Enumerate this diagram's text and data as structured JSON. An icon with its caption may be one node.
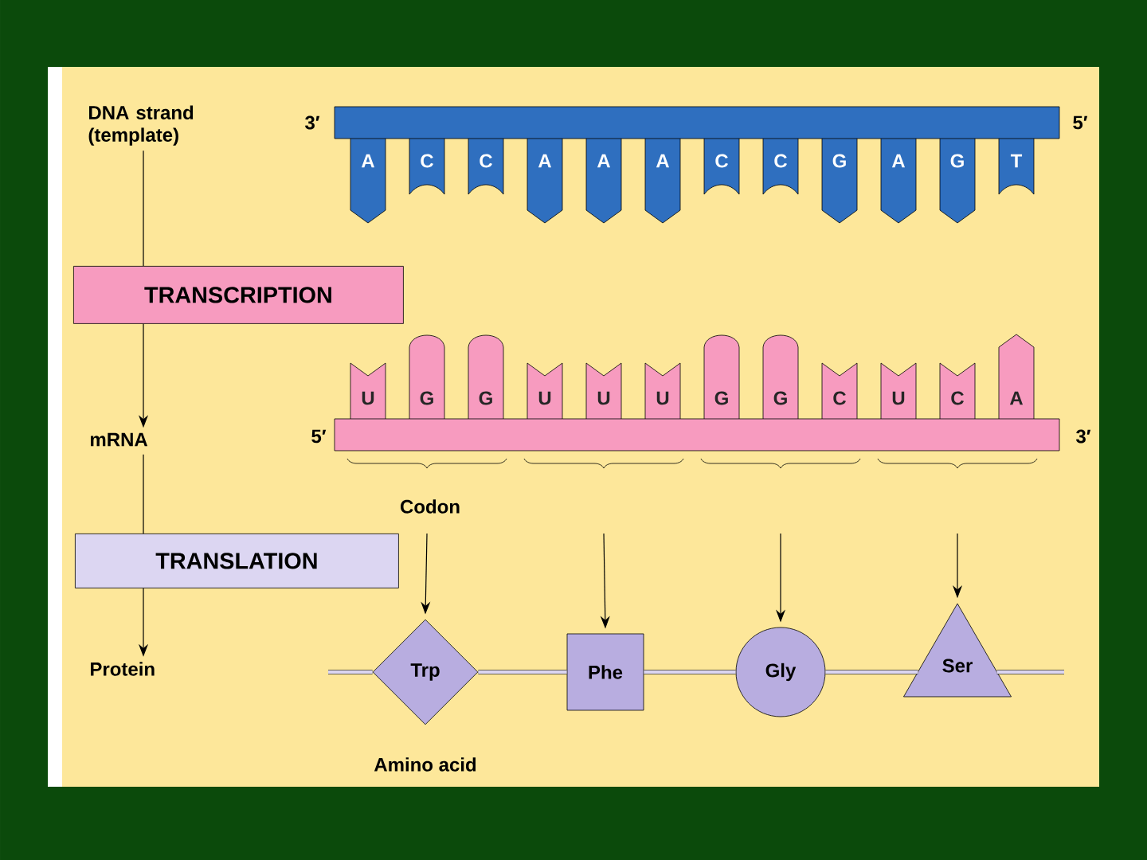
{
  "diagram": {
    "nodes": [
      {
        "text": [
          "DNA strand (template)"
        ]
      },
      {
        "text": [
          "TRANSCRIPTION"
        ]
      },
      {
        "text": [
          "mRNA"
        ]
      },
      {
        "text": [
          "TRANSLATION"
        ]
      },
      {
        "text": [
          "Protein"
        ]
      },
      {
        "text": [
          "Trp"
        ]
      },
      {
        "text": [
          "Phe"
        ]
      },
      {
        "text": [
          "Gly"
        ]
      },
      {
        "text": [
          "Ser"
        ]
      },
      {
        "text": [],
        "shape": "bar"
      },
      {
        "text": [],
        "shape": "bar"
      }
    ],
    "edges": [
      {
        "from": 0,
        "to": 1,
        "arrow": "none"
      },
      {
        "from": 1,
        "to": 2,
        "arrow": "to"
      },
      {
        "from": 2,
        "to": 3,
        "arrow": "none"
      },
      {
        "from": 3,
        "to": 4,
        "arrow": "to"
      },
      {
        "from": null,
        "to": 5,
        "arrow": "to"
      },
      {
        "from": null,
        "to": 6,
        "arrow": "to"
      },
      {
        "from": null,
        "to": 7,
        "arrow": "to"
      },
      {
        "from": null,
        "to": 8,
        "arrow": "to"
      },
      {
        "from": null,
        "to": 5,
        "arrow": "none",
        "style": "thick"
      },
      {
        "from": 5,
        "to": 6,
        "arrow": "none",
        "style": "thick"
      },
      {
        "from": 6,
        "to": 7,
        "arrow": "none",
        "style": "thick"
      },
      {
        "from": 7,
        "to": 8,
        "arrow": "none",
        "style": "thick"
      },
      {
        "from": 8,
        "to": null,
        "arrow": "none",
        "style": "thick"
      }
    ],
    "labels": [
      "3′",
      "5′",
      "A",
      "C",
      "C",
      "A",
      "A",
      "A",
      "C",
      "C",
      "G",
      "A",
      "G",
      "T",
      "U",
      "G",
      "G",
      "U",
      "U",
      "U",
      "G",
      "G",
      "C",
      "U",
      "C",
      "A",
      "5′",
      "3′",
      "Codon",
      "Amino acid"
    ]
  }
}
